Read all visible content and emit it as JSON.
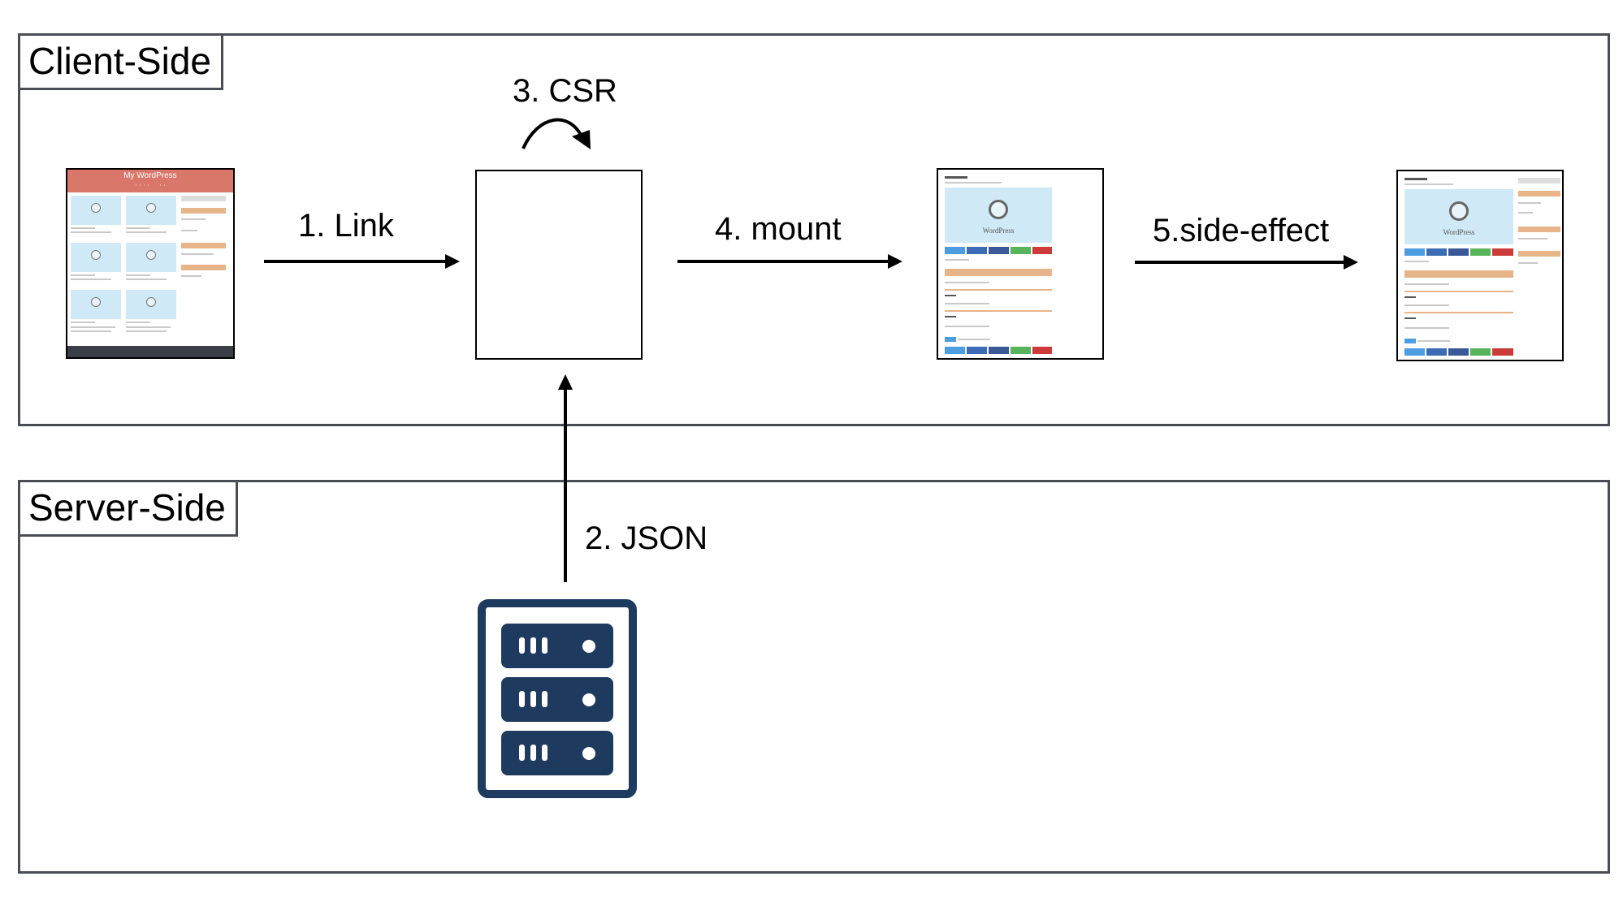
{
  "regions": {
    "client": {
      "label": "Client-Side"
    },
    "server": {
      "label": "Server-Side"
    }
  },
  "steps": {
    "link": "1. Link",
    "json": "2. JSON",
    "csr": "3. CSR",
    "mount": "4. mount",
    "side_effect": "5.side-effect"
  },
  "thumbnails": {
    "site_title": "My WordPress",
    "wordpress_text": "WordPress"
  },
  "icons": {
    "server": "server-rack-icon",
    "csr_loop": "curved-arrow-icon"
  },
  "colors": {
    "border": "#4a4d54",
    "server_icon": "#1e3a5f",
    "header_red": "#d9776a",
    "card_blue": "#cfe9f6",
    "sidebar_orange": "#e8b48a"
  }
}
